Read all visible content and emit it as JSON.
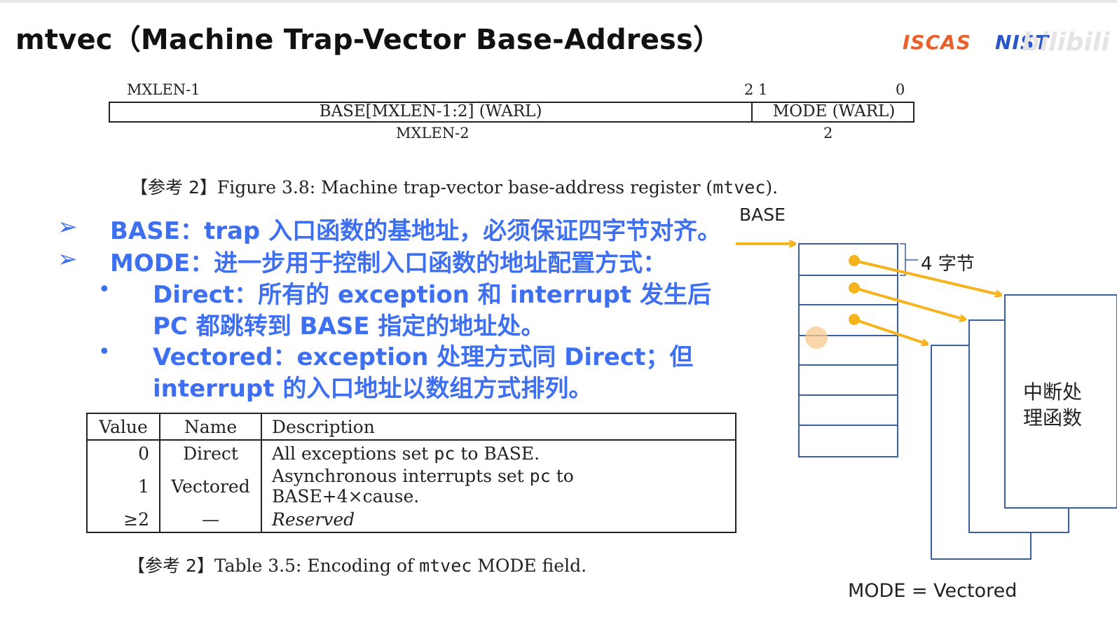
{
  "header": {
    "title": "mtvec（Machine Trap-Vector Base-Address）",
    "logos": [
      "ISCAS",
      "NIST"
    ],
    "watermark": "bilibili"
  },
  "register": {
    "bit_high": "MXLEN-1",
    "bit_mid": "2 1",
    "bit_low": "0",
    "field_base": "BASE[MXLEN-1:2] (WARL)",
    "field_mode": "MODE (WARL)",
    "width_base": "MXLEN-2",
    "width_mode": "2"
  },
  "figure_caption": {
    "ref": "【参考 2】",
    "text": "Figure 3.8: Machine trap-vector base-address register (",
    "code": "mtvec",
    "tail": ")."
  },
  "bullets": {
    "b1": "BASE：trap 入口函数的基地址，必须保证四字节对齐。",
    "b2": "MODE：进一步用于控制入口函数的地址配置方式：",
    "s1_line1": "Direct：所有的 exception 和 interrupt 发生后",
    "s1_line2": "PC 都跳转到 BASE 指定的地址处。",
    "s2_line1": "Vectored：exception 处理方式同 Direct；但",
    "s2_line2": "interrupt 的入口地址以数组方式排列。"
  },
  "table": {
    "headers": [
      "Value",
      "Name",
      "Description"
    ],
    "rows": [
      {
        "value": "0",
        "name": "Direct",
        "desc_a": "All exceptions set ",
        "desc_code": "pc",
        "desc_b": " to BASE."
      },
      {
        "value": "1",
        "name": "Vectored",
        "desc_a": "Asynchronous interrupts set ",
        "desc_code": "pc",
        "desc_b": " to BASE+4×cause."
      },
      {
        "value": "≥2",
        "name": "—",
        "desc_a": "Reserved",
        "desc_code": "",
        "desc_b": ""
      }
    ]
  },
  "table_caption": {
    "ref": "【参考 2】",
    "text": "Table 3.5: Encoding of ",
    "code": "mtvec",
    "tail": " MODE field."
  },
  "diagram": {
    "base_label": "BASE",
    "bytes_label": "4 字节",
    "handler_line1": "中断处",
    "handler_line2": "理函数",
    "mode_label": "MODE = Vectored",
    "arrow_color": "#f5b41e",
    "line_color": "#3a5e9e"
  },
  "colors": {
    "accent_blue": "#3d6ff0"
  }
}
